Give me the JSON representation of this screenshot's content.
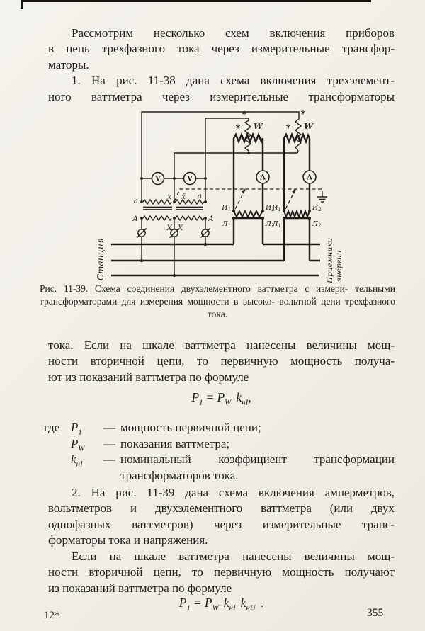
{
  "text": {
    "p1": [
      "Рассмотрим несколько схем включения    приборов",
      "в цепь трехфазного тока через измерительные трансфор-",
      "маторы."
    ],
    "p2": [
      "1. На рис. 11-38 дана схема включения трехэлемент-",
      "ного ваттметра через  измерительные  трансформаторы"
    ],
    "p3": [
      "тока. Если на шкале ваттметра нанесены величины мощ-",
      "ности вторичной цепи, то первичную мощность получа-",
      "ют из показаний ваттметра по формуле"
    ],
    "p4": [
      "2. На рис. 11-39 дана схема включения амперметров,",
      "вольтметров и двухэлементного  ваттметра  (или двух",
      "однофазных  ваттметров)  через  измерительные  транс-",
      "форматоры тока и напряжения."
    ],
    "p5": [
      "Если на шкале ваттметра нанесены величины мощ-",
      "ности вторичной цепи, то первичную мощность получают",
      "из показаний ваттметра по формуле"
    ]
  },
  "figure": {
    "caption": [
      "Рис. 11-39. Схема соединения двухэлементного ваттметра с измери-",
      "тельными трансформаторами для измерения мощности в высоко-",
      "вольтной цепи трехфазного тока."
    ],
    "labels": {
      "station": "Станция",
      "receivers1": "Приемники",
      "receivers2": "энергии",
      "v": "V",
      "a": "A",
      "w": "W",
      "star": "*",
      "sec_a": "a",
      "sec_x": "x",
      "sec_xbar": "x̄",
      "prim_a": "A",
      "prim_x": "X",
      "i": "И",
      "l": "Л",
      "s1": "1",
      "s2": "2"
    }
  },
  "formula1": {
    "v1": "P",
    "v1s": "1",
    "eq": "=",
    "v2": "P",
    "v2s": "W",
    "v3": "k",
    "v3s": "нI",
    "tail": ","
  },
  "formula2": {
    "v1": "P",
    "v1s": "1",
    "eq": "=",
    "v2": "P",
    "v2s": "W",
    "v3": "k",
    "v3s": "нI",
    "v4": "k",
    "v4s": "нU",
    "tail": "."
  },
  "glossary": {
    "lead": "где",
    "rows": [
      {
        "t": "P",
        "ts": "1",
        "dash": "—",
        "d": "мощность первичной цепи;"
      },
      {
        "t": "P",
        "ts": "W",
        "dash": "—",
        "d": "показания ваттметра;"
      },
      {
        "t": "k",
        "ts": "нI",
        "dash": "—",
        "d": "номинальный  коэффициент  трансформации трансформаторов тока."
      }
    ]
  },
  "page": {
    "footer_left": "12*",
    "page_number": "355"
  }
}
